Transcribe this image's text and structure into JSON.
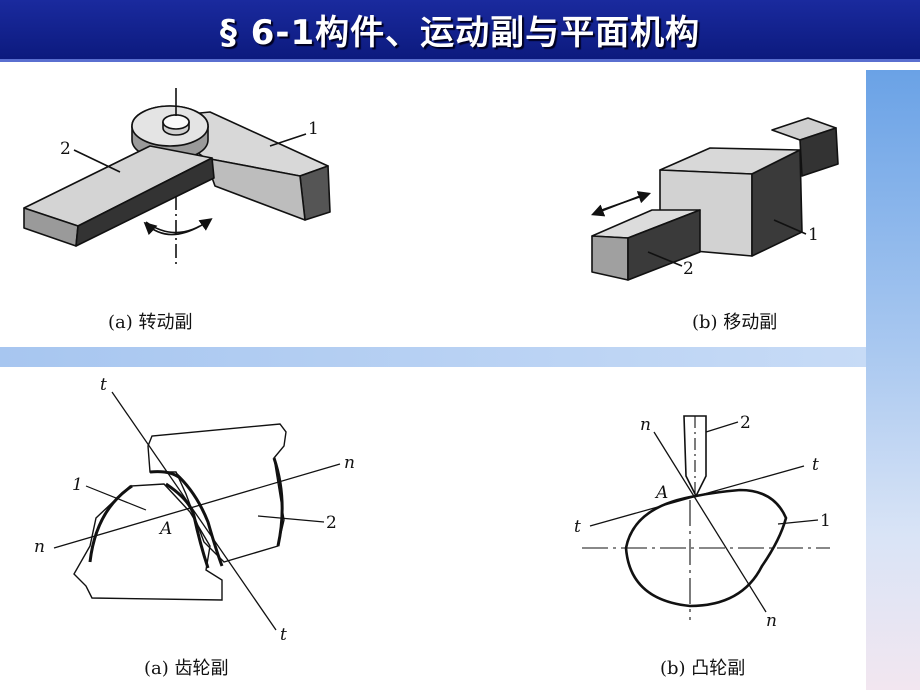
{
  "title": "§ 6-1构件、运动副与平面机构",
  "figures": {
    "revolute": {
      "caption": "(a) 转动副",
      "labels": [
        "1",
        "2"
      ]
    },
    "prismatic": {
      "caption": "(b) 移动副",
      "labels": [
        "1",
        "2"
      ]
    },
    "gear": {
      "caption": "(a) 齿轮副",
      "labels": [
        "1",
        "2",
        "A",
        "n",
        "n",
        "t",
        "t"
      ]
    },
    "cam": {
      "caption": "(b) 凸轮副",
      "labels": [
        "1",
        "2",
        "A",
        "n",
        "n",
        "t",
        "t"
      ]
    }
  },
  "colors": {
    "title_bg": "#0c1a7e",
    "title_text": "#ffffff",
    "band": "#b7d0f3"
  }
}
